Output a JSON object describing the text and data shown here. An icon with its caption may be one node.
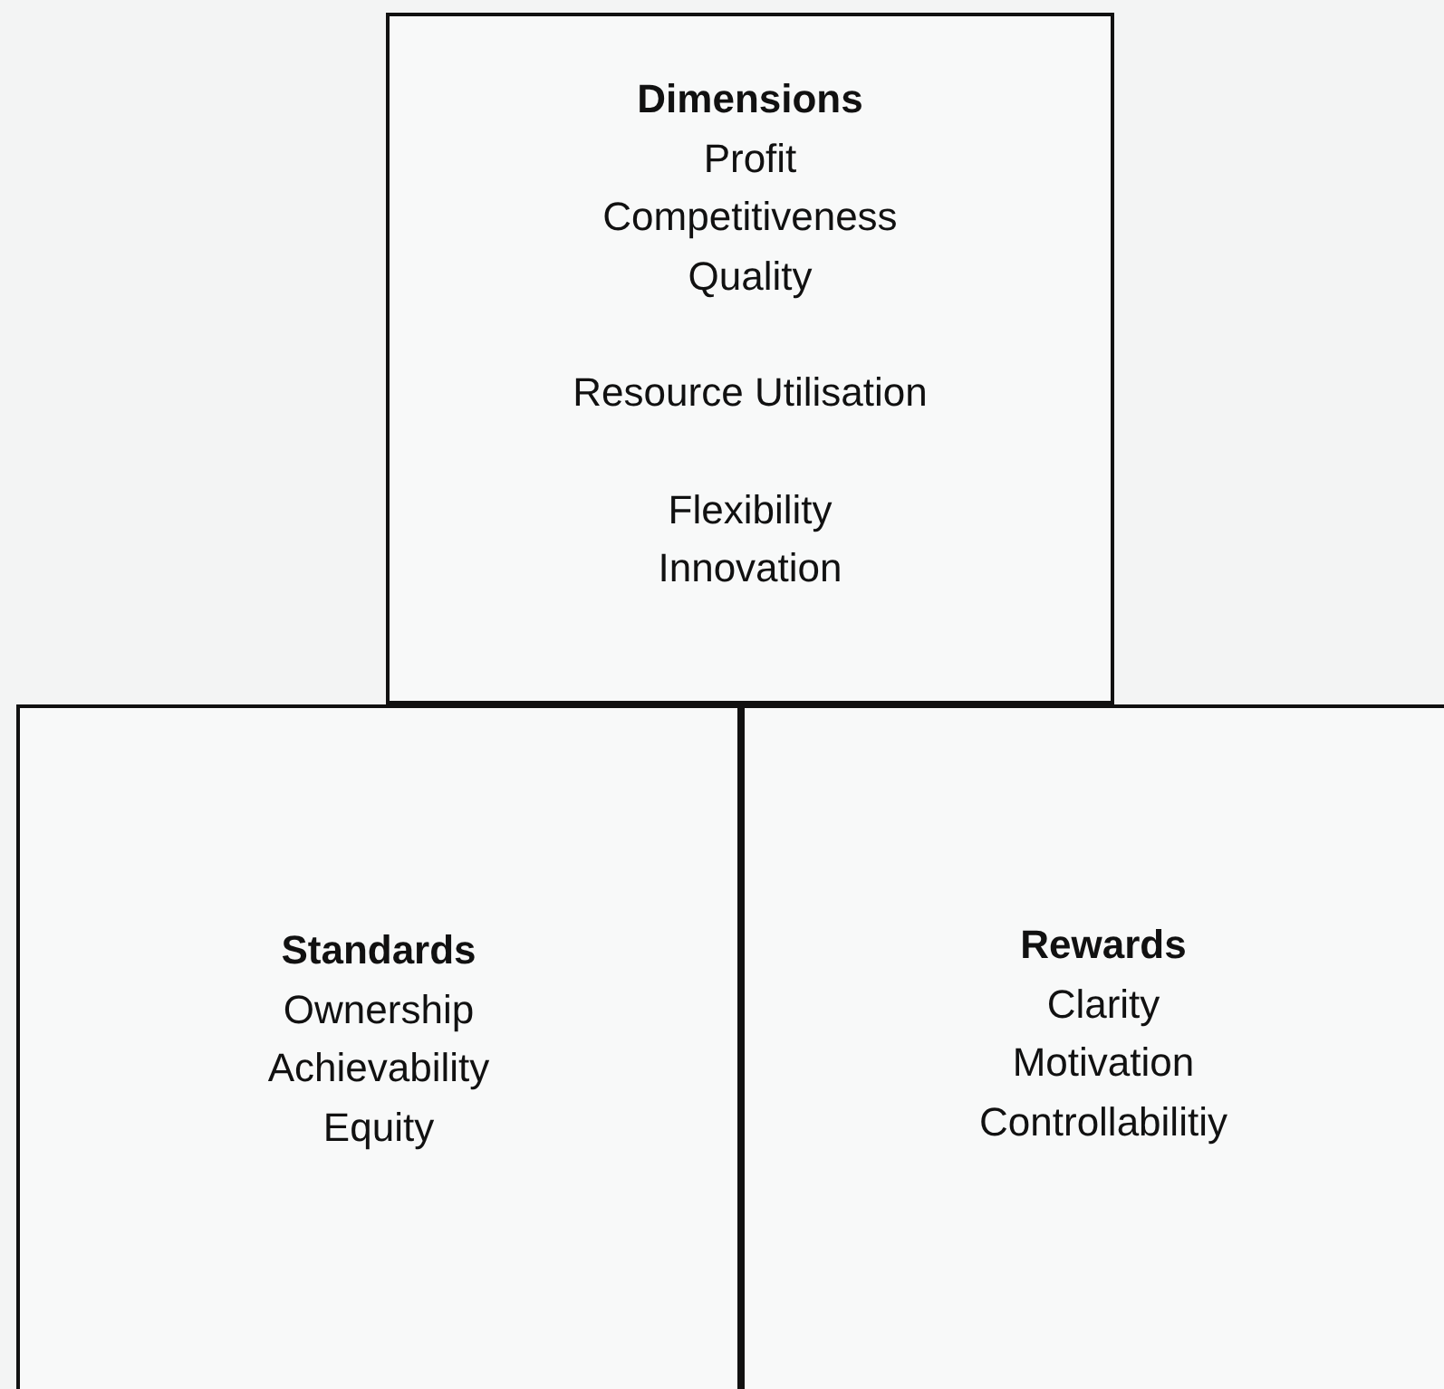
{
  "diagram": {
    "nodes": [
      {
        "text": [
          "Dimensions",
          "Profit",
          "Competitiveness",
          "Quality",
          "Resource Utilisation",
          "Flexibility",
          "Innovation"
        ]
      },
      {
        "text": [
          "Standards",
          "Ownership",
          "Achievability",
          "Equity"
        ]
      },
      {
        "text": [
          "Rewards",
          "Clarity",
          "Motivation",
          "Controllabilitiy"
        ]
      }
    ]
  }
}
